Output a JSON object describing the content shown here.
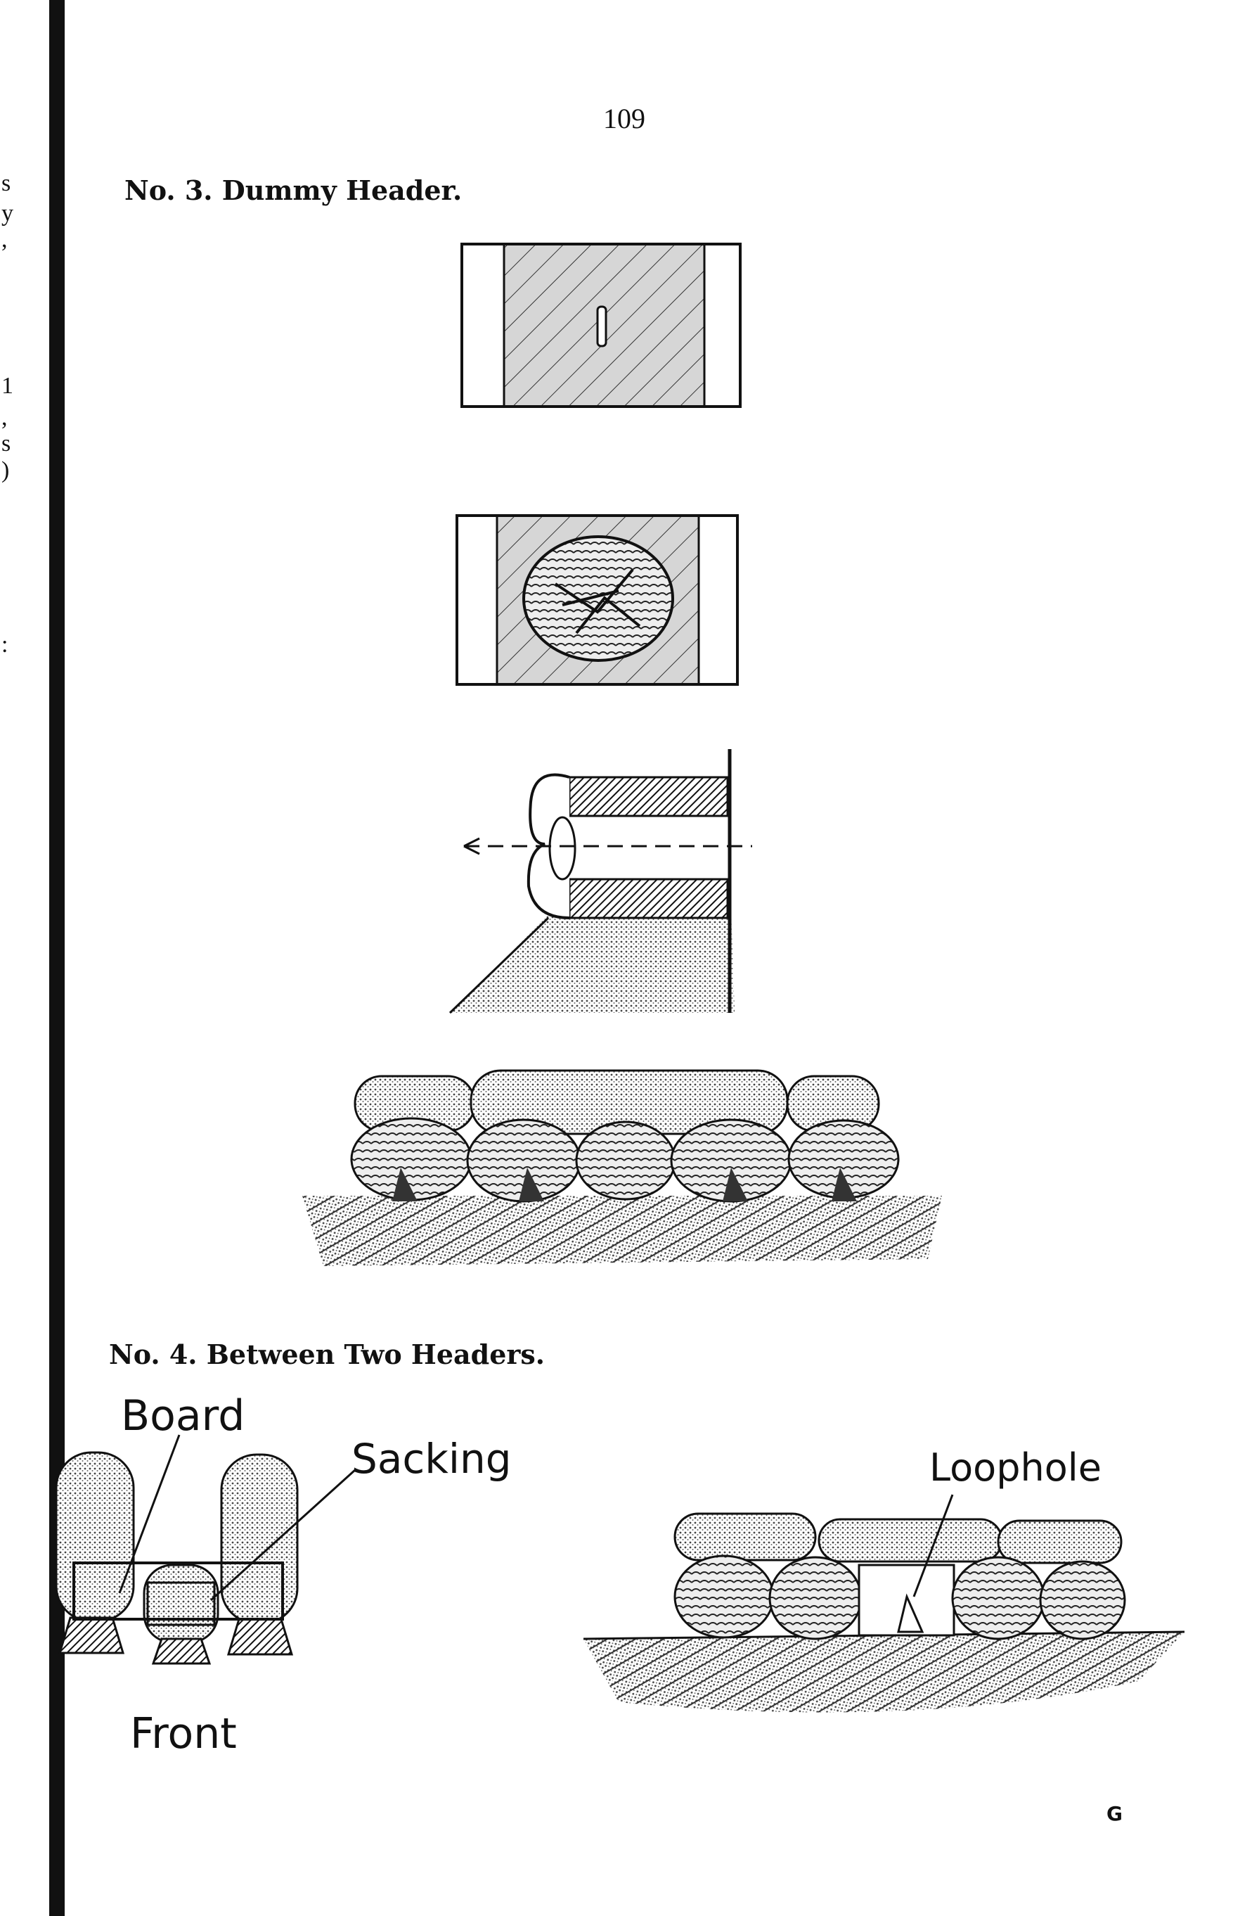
{
  "page_number": "109",
  "margin_fragments": [
    "s",
    "y",
    ",",
    "1",
    ",",
    "s",
    ")",
    ":"
  ],
  "sections": [
    {
      "heading": "No. 3. Dummy Header."
    },
    {
      "heading": "No. 4. Between Two Headers."
    }
  ],
  "figure_labels": {
    "board": "Board",
    "sacking": "Sacking",
    "front": "Front",
    "loophole": "Loophole"
  },
  "signature_mark": "G"
}
